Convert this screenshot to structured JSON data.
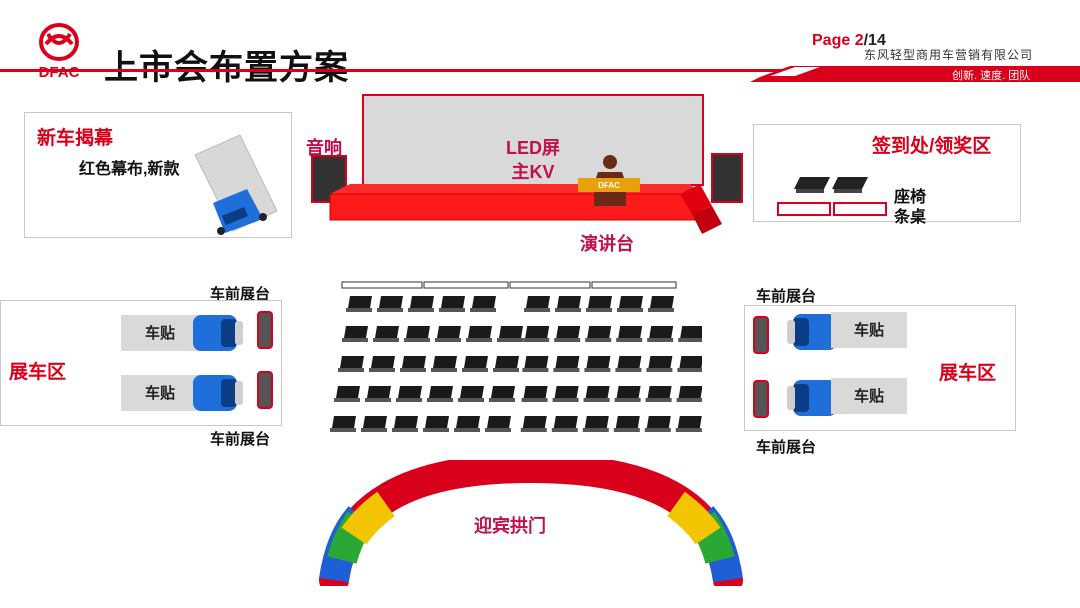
{
  "header": {
    "logo_text": "DFAC",
    "title": "上市会布置方案",
    "page_prefix": "Page ",
    "page_current": "2",
    "page_total": "/14",
    "company": "东风轻型商用车营销有限公司",
    "slogan": "创新. 速度. 团队"
  },
  "reveal": {
    "title": "新车揭幕",
    "subtitle": "红色幕布,新款"
  },
  "stage": {
    "screen_line1": "LED屏",
    "screen_line2": "主KV",
    "speaker_label": "音响",
    "podium_label": "演讲台",
    "podium_logo": "DFAC"
  },
  "signin": {
    "title": "签到处/领奖区",
    "chair_label": "座椅",
    "table_label": "条桌"
  },
  "left_zone": {
    "title": "展车区",
    "platform_top": "车前展台",
    "platform_bottom": "车前展台",
    "sticker_1": "车贴",
    "sticker_2": "车贴"
  },
  "right_zone": {
    "title": "展车区",
    "platform_top": "车前展台",
    "platform_bottom": "车前展台",
    "sticker_1": "车贴",
    "sticker_2": "车贴"
  },
  "arch": {
    "label": "迎宾拱门"
  },
  "colors": {
    "brand_red": "#d9001b",
    "screen_grey": "#d9d9d9",
    "truck_blue": "#1e6fd9"
  }
}
